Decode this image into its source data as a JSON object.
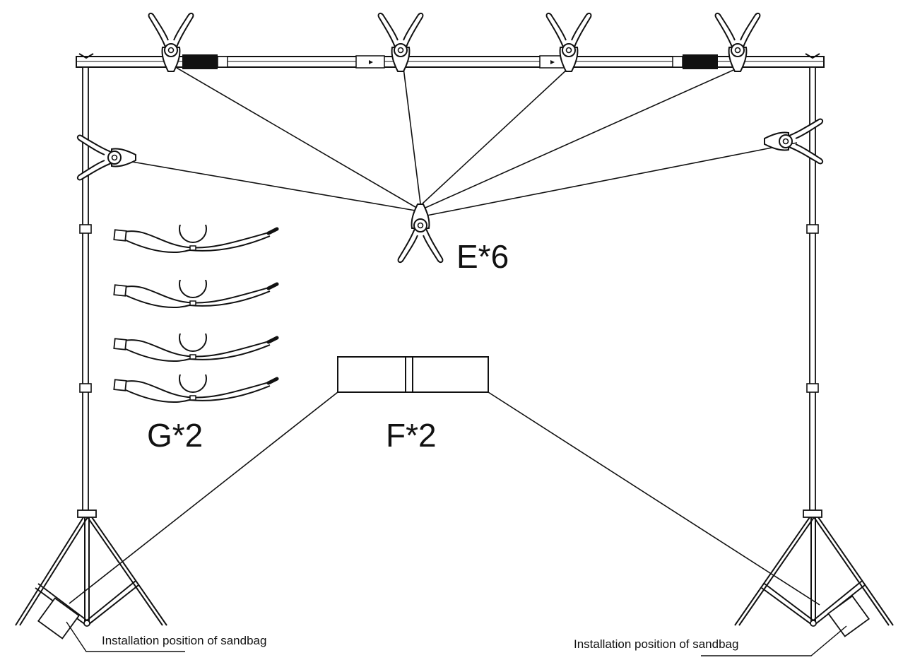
{
  "labels": {
    "clamps": "E*6",
    "sandbag": "F*2",
    "straps": "G*2",
    "sandbag_position_left": "Installation position of sandbag",
    "sandbag_position_right": "Installation position of sandbag"
  },
  "colors": {
    "line": "#111111",
    "background": "#ffffff"
  }
}
